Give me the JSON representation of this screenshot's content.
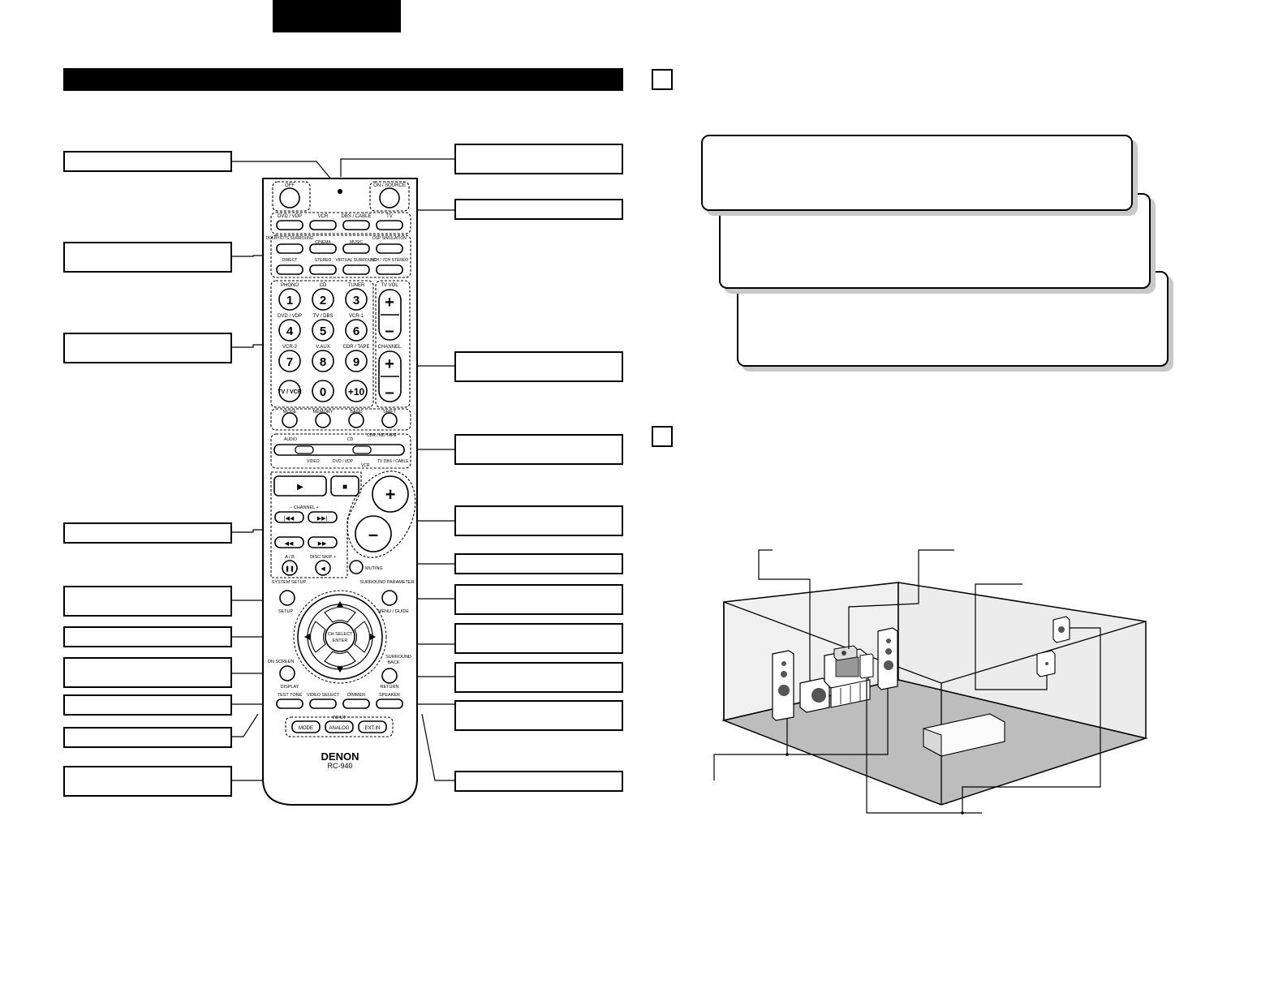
{
  "remote": {
    "brand": "DENON",
    "model": "RC-940",
    "power": {
      "off": "OFF",
      "on_source": "ON / SOURCE"
    },
    "source_select": [
      "DVD / VDP",
      "VCR",
      "DBS / CABLE",
      "TV"
    ],
    "surround_row1": {
      "dolby_dts": "DOLBY/DTS SURROUND",
      "cinema": "CINEMA",
      "music": "MUSIC",
      "dsp": "DSP SIMULATION"
    },
    "surround_row2": {
      "direct": "DIRECT",
      "stereo": "STEREO",
      "virtual": "VIRTUAL SURROUND",
      "5ch7ch": "5CH / 7CH STEREO"
    },
    "numpad": [
      {
        "top": "PHONO",
        "key": "1"
      },
      {
        "top": "CD",
        "key": "2"
      },
      {
        "top": "TUNER",
        "key": "3"
      },
      {
        "top": "DVD / VDP",
        "key": "4"
      },
      {
        "top": "TV / DBS",
        "key": "5"
      },
      {
        "top": "VCR-1",
        "key": "6"
      },
      {
        "top": "VCR-2",
        "key": "7"
      },
      {
        "top": "V.AUX",
        "key": "8"
      },
      {
        "top": "CDR / TAPE",
        "key": "9"
      },
      {
        "top": "",
        "key": "TV / VCR"
      },
      {
        "top": "",
        "key": "0"
      },
      {
        "top": "",
        "key": "+10"
      }
    ],
    "tv_vol": "TV VOL",
    "channel": "CHANNEL",
    "plus": "+",
    "minus": "–",
    "lower_row": [
      "MODE",
      "MEMORY",
      "BAND",
      "SHIFT"
    ],
    "slide_audio": {
      "left": "AUDIO",
      "mid": "CD",
      "right": "CDR / MD TAPE"
    },
    "slide_video": {
      "left": "VIDEO",
      "mid": "DVD / VDP",
      "r1": "VCR",
      "r2": "TV DBS / CABLE"
    },
    "transport": {
      "play": "▶",
      "stop": "■",
      "prev": "|◀◀",
      "next": "▶▶|",
      "rew": "◀◀",
      "ff": "▶▶",
      "pause": "❚❚",
      "ab": "A / B",
      "disc_skip": "DISC SKIP +",
      "channel_label": "–  CHANNEL  +"
    },
    "muting": "MUTING",
    "system_setup": "SYSTEM SETUP",
    "setup": "SETUP",
    "surround_parameter": "SURROUND PARAMETER",
    "menu_guide": "MENU / GUIDE",
    "ch_select_enter": "CH SELECT ENTER",
    "on_screen": "ON SCREEN",
    "display": "DISPLAY",
    "surround_back": "SURROUND BACK",
    "return": "RETURN",
    "bottom_row": [
      "TEST TONE",
      "VIDEO SELECT",
      "DIMMER",
      "SPEAKER"
    ],
    "input": "INPUT",
    "input_row": [
      "MODE",
      "ANALOG",
      "EXT.IN"
    ]
  },
  "colors": {
    "black": "#000000",
    "shadow": "#c8c8c8",
    "floor": "#bdbdbd",
    "wall": "#e6e6e6"
  }
}
